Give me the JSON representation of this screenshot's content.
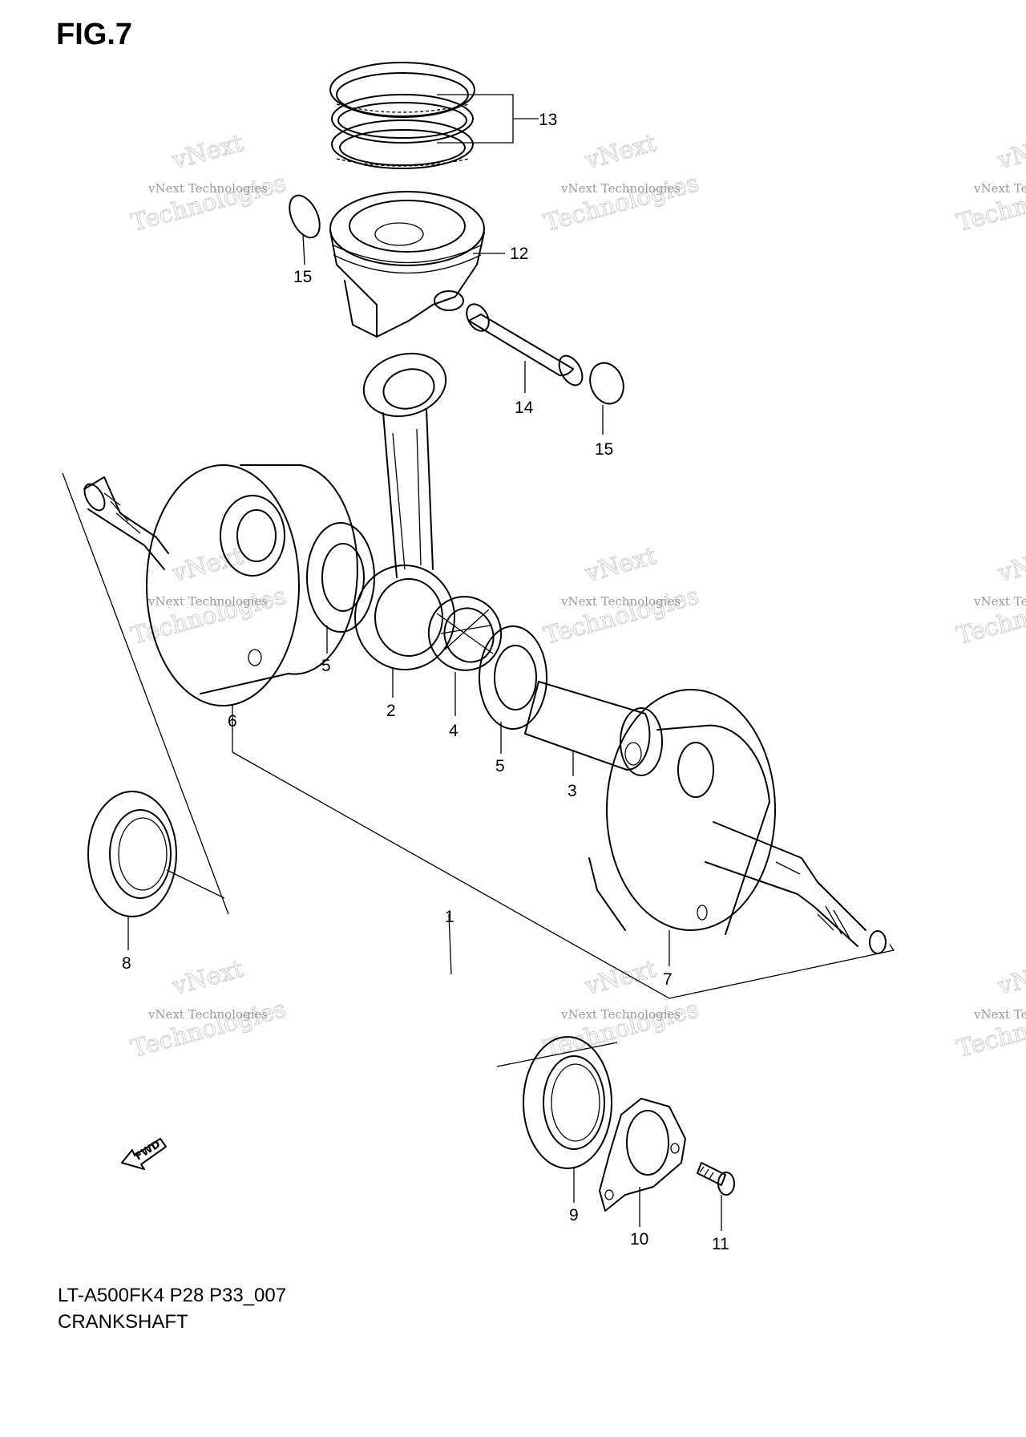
{
  "figure": {
    "title": "FIG.7",
    "code": "LT-A500FK4  P28  P33_007",
    "subtitle": "CRANKSHAFT"
  },
  "watermark": {
    "small_text": "vNext Technologies",
    "big_line1": "vNext",
    "big_line2": "Technologies"
  },
  "direction_indicator": {
    "label": "FWD"
  },
  "callouts": [
    {
      "id": "c1",
      "label": "1"
    },
    {
      "id": "c2",
      "label": "2"
    },
    {
      "id": "c3",
      "label": "3"
    },
    {
      "id": "c4",
      "label": "4"
    },
    {
      "id": "c5a",
      "label": "5"
    },
    {
      "id": "c5b",
      "label": "5"
    },
    {
      "id": "c6",
      "label": "6"
    },
    {
      "id": "c7",
      "label": "7"
    },
    {
      "id": "c8",
      "label": "8"
    },
    {
      "id": "c9",
      "label": "9"
    },
    {
      "id": "c10",
      "label": "10"
    },
    {
      "id": "c11",
      "label": "11"
    },
    {
      "id": "c12",
      "label": "12"
    },
    {
      "id": "c13",
      "label": "13"
    },
    {
      "id": "c14",
      "label": "14"
    },
    {
      "id": "c15a",
      "label": "15"
    },
    {
      "id": "c15b",
      "label": "15"
    }
  ]
}
